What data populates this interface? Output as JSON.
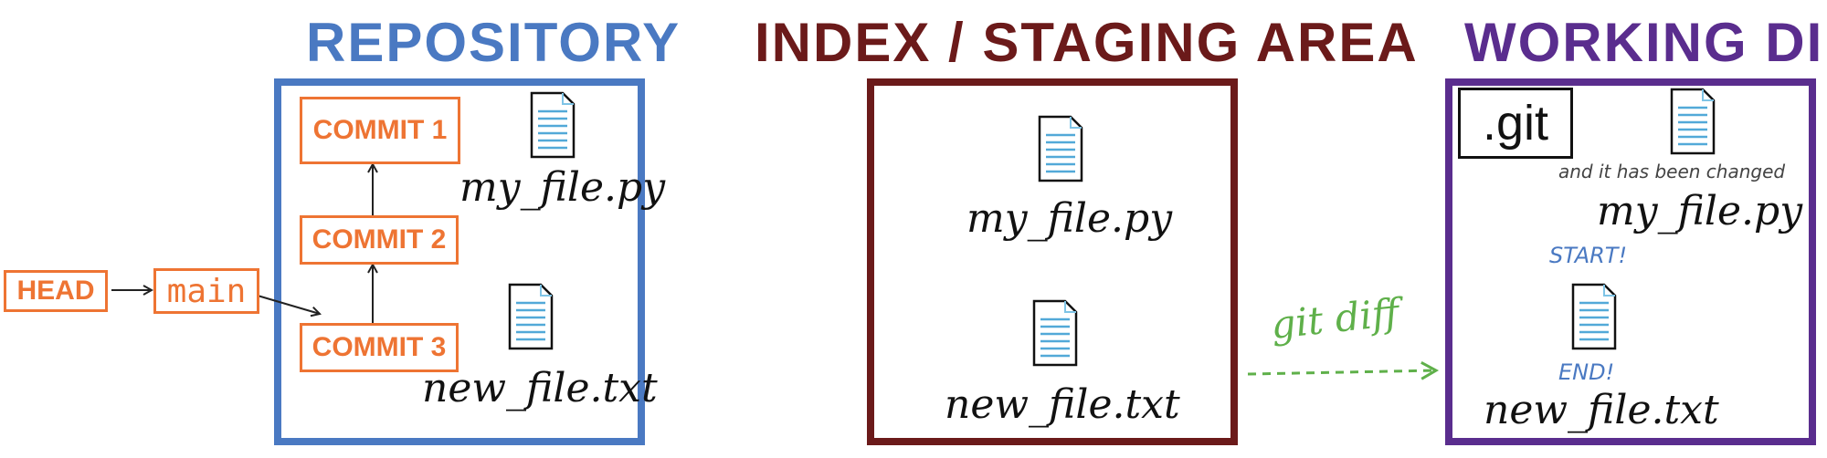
{
  "colors": {
    "repository": "#4a79c2",
    "index": "#6b1a1a",
    "working": "#5a2d8e",
    "commit": "#ee7433",
    "git_diff": "#5fb04a",
    "start_end": "#4a79c2"
  },
  "repository": {
    "title": "REPOSITORY",
    "commits": [
      "COMMIT 1",
      "COMMIT 2",
      "COMMIT 3"
    ],
    "files": [
      "my_file.py",
      "new_file.txt"
    ]
  },
  "refs": {
    "head": "HEAD",
    "branch": "main"
  },
  "index": {
    "title": "INDEX / STAGING AREA",
    "files": [
      "my_file.py",
      "new_file.txt"
    ]
  },
  "working": {
    "title": "WORKING DIR",
    "git_folder": ".git",
    "changed_note": "and it has been changed",
    "files": [
      "my_file.py",
      "new_file.txt"
    ],
    "start_label": "START!",
    "end_label": "END!"
  },
  "arrow": {
    "label": "git diff"
  },
  "icons": {
    "file": "document-icon"
  }
}
